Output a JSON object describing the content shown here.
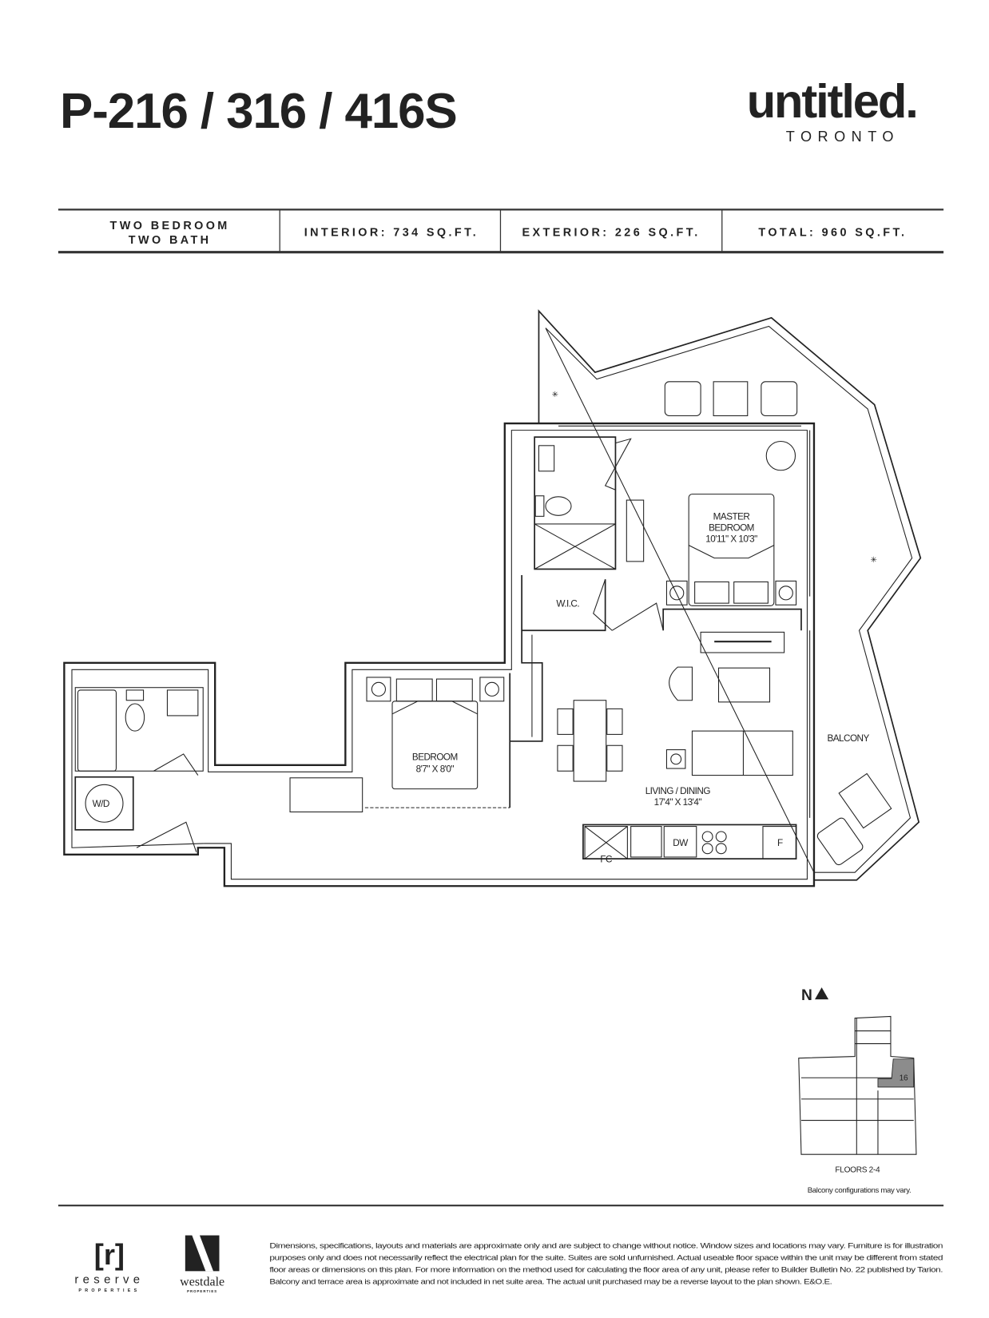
{
  "header": {
    "unit_title": "P-216 / 316 / 416S",
    "brand_name": "untitled.",
    "brand_city": "TORONTO"
  },
  "summary": {
    "type_line1": "TWO BEDROOM",
    "type_line2": "TWO BATH",
    "interior": "INTERIOR: 734 SQ.FT.",
    "exterior": "EXTERIOR: 226 SQ.FT.",
    "total": "TOTAL: 960  SQ.FT."
  },
  "rooms": {
    "master_name_1": "MASTER",
    "master_name_2": "BEDROOM",
    "master_dims": "10'11\" X 10'3\"",
    "wic": "W.I.C.",
    "bedroom_name": "BEDROOM",
    "bedroom_dims": "8'7\" X 8'0\"",
    "living_name": "LIVING / DINING",
    "living_dims": "17'4\" X 13'4\"",
    "balcony": "BALCONY",
    "wd": "W/D",
    "fc": "FC",
    "dw": "DW",
    "fridge": "F"
  },
  "keyplan": {
    "north": "N",
    "unit_number": "16",
    "floors": "FLOORS 2-4",
    "note": "Balcony configurations may vary."
  },
  "footer": {
    "reserve_mark": "[r]",
    "reserve_name": "reserve",
    "reserve_sub": "PROPERTIES",
    "westdale_name": "westdale",
    "westdale_sub": "PROPERTIES",
    "disclaimer": [
      "Dimensions, specifications, layouts and materials are approximate only and are subject to change without notice. Window sizes and locations may vary. Furniture is for illustration",
      "purposes only and does not necessarily reflect the electrical plan for the suite. Suites are sold unfurnished. Actual useable floor space within the unit may be different from stated",
      "floor areas or dimensions on this plan.  For more information on the method used for calculating the floor area of any unit, please refer to Builder Bulletin No. 22 published by Tarion.",
      "Balcony and terrace area is approximate and not included in net suite area. The actual unit purchased may be a reverse layout to the plan shown. E&O.E."
    ]
  },
  "colors": {
    "ink": "#222222",
    "highlight": "#8c8c8c"
  }
}
